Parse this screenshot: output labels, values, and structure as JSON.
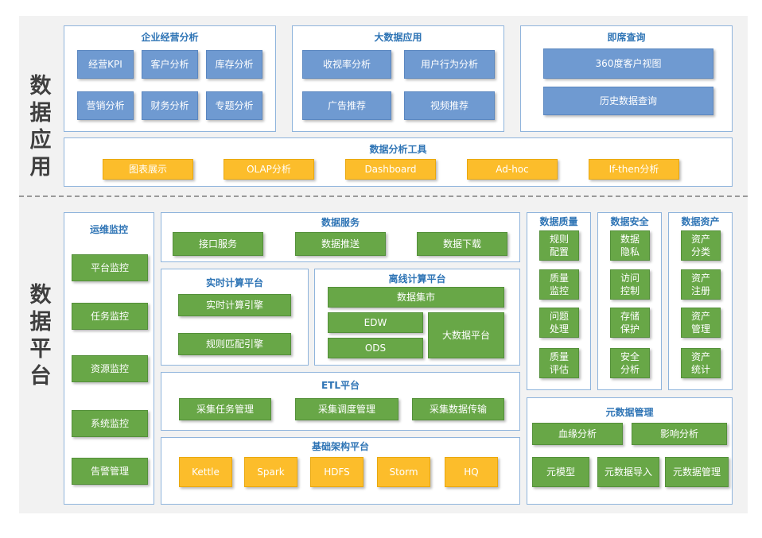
{
  "side_labels": {
    "top": "数据应用",
    "bottom": "数据平台"
  },
  "enterprise": {
    "title": "企业经营分析",
    "items": [
      "经营KPI",
      "客户分析",
      "库存分析",
      "营销分析",
      "财务分析",
      "专题分析"
    ]
  },
  "bigdata_app": {
    "title": "大数据应用",
    "items": [
      "收视率分析",
      "用户行为分析",
      "广告推荐",
      "视频推荐"
    ]
  },
  "adhoc_query": {
    "title": "即席查询",
    "items": [
      "360度客户视图",
      "历史数据查询"
    ]
  },
  "analysis_tools": {
    "title": "数据分析工具",
    "items": [
      "图表展示",
      "OLAP分析",
      "Dashboard",
      "Ad-hoc",
      "If-then分析"
    ]
  },
  "ops": {
    "title": "运维监控",
    "items": [
      "平台监控",
      "任务监控",
      "资源监控",
      "系统监控",
      "告警管理"
    ]
  },
  "data_service": {
    "title": "数据服务",
    "items": [
      "接口服务",
      "数据推送",
      "数据下载"
    ]
  },
  "realtime": {
    "title": "实时计算平台",
    "items": [
      "实时计算引擎",
      "规则匹配引擎"
    ]
  },
  "offline": {
    "title": "离线计算平台",
    "mart": "数据集市",
    "edw": "EDW",
    "ods": "ODS",
    "platform": "大数据平台"
  },
  "etl": {
    "title": "ETL平台",
    "items": [
      "采集任务管理",
      "采集调度管理",
      "采集数据传输"
    ]
  },
  "infra": {
    "title": "基础架构平台",
    "items": [
      "Kettle",
      "Spark",
      "HDFS",
      "Storm",
      "HQ"
    ]
  },
  "quality": {
    "title": "数据质量",
    "items": [
      "规则\n配置",
      "质量\n监控",
      "问题\n处理",
      "质量\n评估"
    ]
  },
  "security": {
    "title": "数据安全",
    "items": [
      "数据\n隐私",
      "访问\n控制",
      "存储\n保护",
      "安全\n分析"
    ]
  },
  "assets": {
    "title": "数据资产",
    "items": [
      "资产\n分类",
      "资产\n注册",
      "资产\n管理",
      "资产\n统计"
    ]
  },
  "metadata": {
    "title": "元数据管理",
    "items": [
      "血缘分析",
      "影响分析",
      "元模型",
      "元数据导入",
      "元数据管理"
    ]
  }
}
